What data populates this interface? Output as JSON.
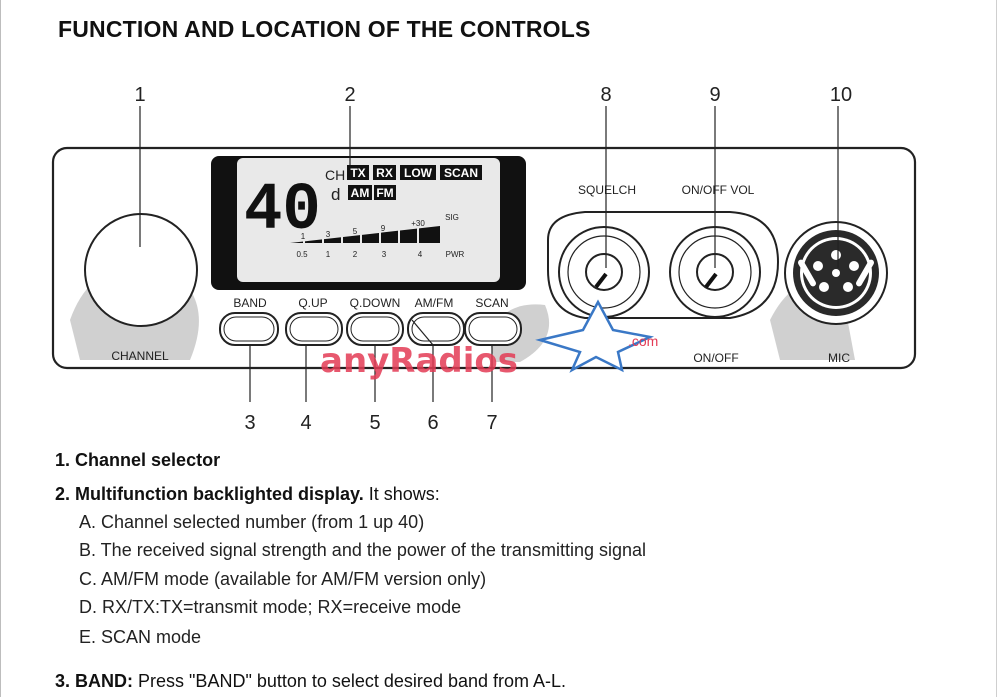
{
  "title": "FUNCTION AND LOCATION OF THE CONTROLS",
  "callouts": [
    "1",
    "2",
    "3",
    "4",
    "5",
    "6",
    "7",
    "8",
    "9",
    "10"
  ],
  "panel": {
    "channel_label": "CHANNEL",
    "display": {
      "channel_number": "40",
      "ch_label": "CH",
      "d_label": "d",
      "indicators_row1": [
        "TX",
        "RX",
        "LOW",
        "SCAN"
      ],
      "indicators_row2": [
        "AM",
        "FM"
      ],
      "meter_top_labels": [
        "1",
        "3",
        "5",
        "9",
        "+30"
      ],
      "meter_bottom_labels": [
        "0.5",
        "1",
        "2",
        "3",
        "4"
      ],
      "sig_label": "SIG",
      "pwr_label": "PWR"
    },
    "buttons": [
      "BAND",
      "Q.UP",
      "Q.DOWN",
      "AM/FM",
      "SCAN"
    ],
    "squelch_label": "SQUELCH",
    "onoff_vol_label": "ON/OFF VOL",
    "onoff_label": "ON/OFF",
    "mic_label": "MIC"
  },
  "watermark": {
    "text": "anyRadios",
    "suffix": ".com"
  },
  "descriptions": {
    "d1": {
      "num": "1.",
      "bold": "Channel selector"
    },
    "d2": {
      "num": "2.",
      "bold": "Multifunction backlighted display.",
      "rest": " It shows:"
    },
    "sub": [
      "A. Channel selected number  (from 1 up 40)",
      "B. The received signal strength and the power of the transmitting signal",
      "C. AM/FM mode (available for AM/FM version only)",
      "D. RX/TX:TX=transmit mode; RX=receive mode",
      "E. SCAN mode"
    ],
    "d3": {
      "num": "3.",
      "bold": "BAND:",
      "rest": " Press \"BAND\" button to select desired band from A-L."
    }
  }
}
